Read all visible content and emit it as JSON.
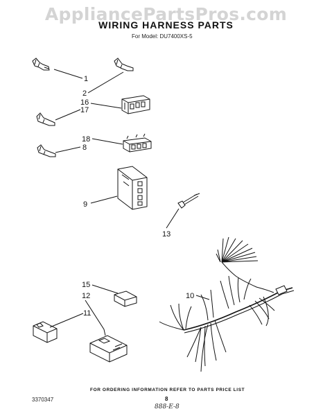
{
  "watermark": "AppliancePartsPros.com",
  "title": "WIRING HARNESS PARTS",
  "subtitle": "For Model: DU7400XS-5",
  "callouts": {
    "c1": "1",
    "c2": "2",
    "c16": "16",
    "c17": "17",
    "c18": "18",
    "c8": "8",
    "c9": "9",
    "c13": "13",
    "c15": "15",
    "c12": "12",
    "c11": "11",
    "c10": "10"
  },
  "footer": {
    "note": "FOR ORDERING INFORMATION REFER TO PARTS PRICE LIST",
    "doc_number": "3370347",
    "page_number": "8",
    "code": "888-E-8"
  }
}
